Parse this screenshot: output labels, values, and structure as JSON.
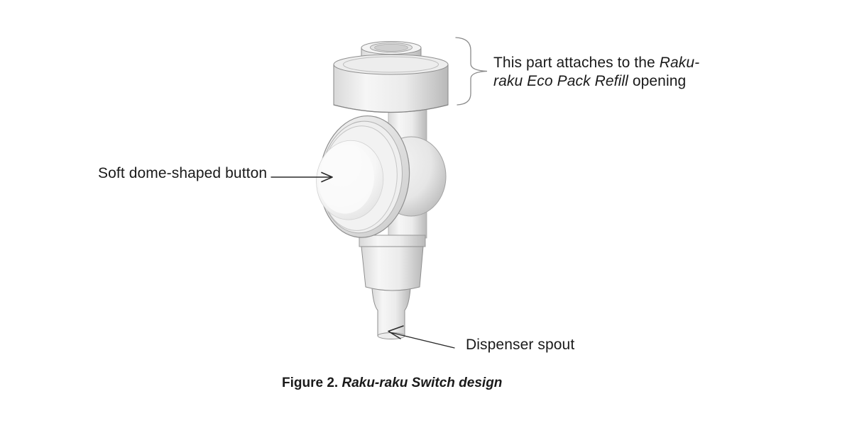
{
  "figure": {
    "caption": {
      "label": "Figure 2.",
      "title": " Raku-raku Switch design"
    },
    "labels": {
      "attach": {
        "line1_regular": "This part attaches to the ",
        "line1_italic": "Raku-",
        "line2_italic": "raku Eco Pack Refill",
        "line2_regular": " opening"
      },
      "dome_button": "Soft dome-shaped button",
      "spout": "Dispenser spout"
    },
    "colors": {
      "background": "#ffffff",
      "text": "#1a1a1a",
      "annotation_line": "#2a2a2a",
      "brace_line": "#8a8a8a",
      "device_outline": "#8f8f8f",
      "device_highlight": "#fafafa",
      "device_shadow": "#b9b9b9"
    }
  }
}
